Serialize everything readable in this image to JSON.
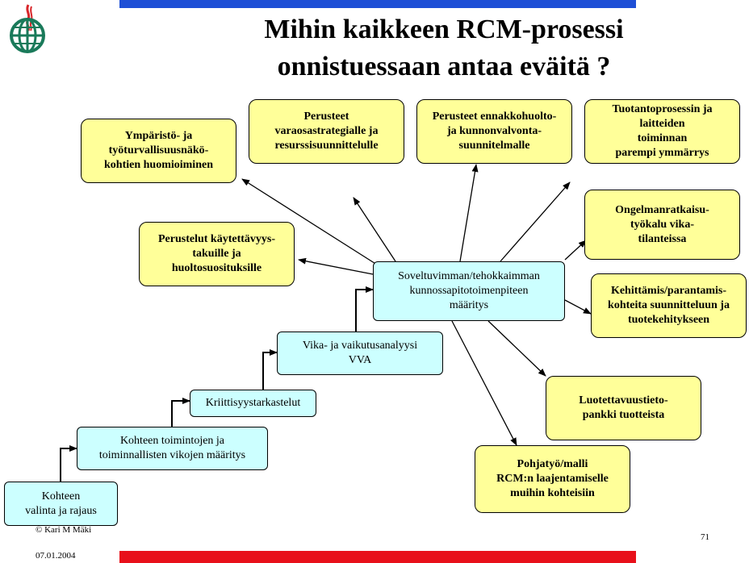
{
  "title": "Mihin kaikkeen  RCM-prosessi\nonnistuessaan antaa eväitä ?",
  "steps": [
    "Kohteen\nvalinta  ja rajaus",
    "Kohteen toimintojen  ja\ntoiminnallisten  vikojen  määritys",
    "Kriittisyystarkastelut",
    "Vika-  ja vaikutusanalyysi\nVVA",
    "Soveltuvimman/tehokkaimman\nkunnossapitotoimenpiteen\nmääritys"
  ],
  "outcomes": [
    "Ympäristö-  ja\ntyöturvallisuusnäkö-\nkohtien huomioiminen",
    "Perusteet\nvaraosastrategialle ja\nresurssisuunnittelulle",
    "Perusteet ennakkohuolto-\nja kunnonvalvonta-\nsuunnitelmalle",
    "Tuotantoprosessin ja\nlaitteiden\ntoiminnan\nparempi  ymmärrys",
    "Ongelmanratkaisu-\ntyökalu vika-\ntilanteissa",
    "Perustelut käytettävyys-\ntakuille ja\nhuoltosuosituksille",
    "Kehittämis/parantamis-\nkohteita suunnitteluun  ja\ntuotekehitykseen",
    "Luotettavuustieto-\npankki tuotteista",
    "Pohjatyö/malli\nRCM:n  laajentamiselle\nmuihin  kohteisiin"
  ],
  "footer": {
    "copyright": "© Kari  M  Mäki",
    "date": "07.01.2004",
    "page_number": "71"
  },
  "colors": {
    "top_bar": "#1e4fd6",
    "bottom_bar": "#e8101a",
    "outcome_fill": "#ffff99",
    "step_fill": "#ccffff",
    "logo": "#1a7a5a",
    "flame": "#d8262a"
  }
}
